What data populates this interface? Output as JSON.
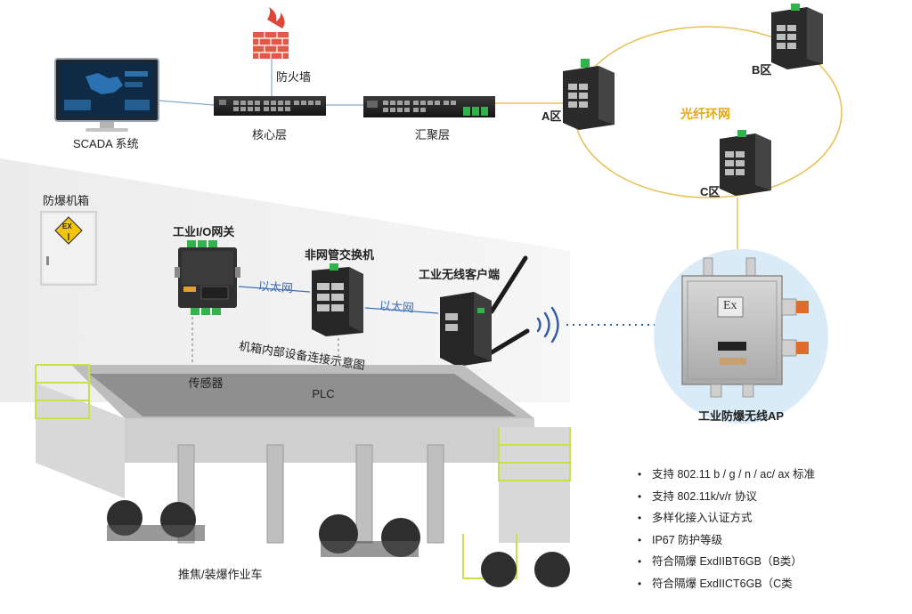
{
  "labels": {
    "scada": "SCADA 系统",
    "firewall": "防火墙",
    "core": "核心层",
    "aggregation": "汇聚层",
    "zone_a": "A区",
    "zone_b": "B区",
    "zone_c": "C区",
    "fiber_ring": "光纤环网",
    "cabinet": "防爆机箱",
    "io_gateway": "工业I/O网关",
    "switch": "非网管交换机",
    "wireless_client": "工业无线客户端",
    "ethernet_1": "以太网",
    "ethernet_2": "以太网",
    "diagram_caption": "机箱内部设备连接示意图",
    "sensor": "传感器",
    "plc": "PLC",
    "vehicle": "推焦/装爆作业车",
    "ap": "工业防爆无线AP",
    "ex_mark": "Ex",
    "ex_sign": "EX"
  },
  "features": [
    "支持 802.11 b / g / n / ac/ ax 标准",
    "支持 802.11k/v/r 协议",
    "多样化接入认证方式",
    "IP67 防护等级",
    "符合隔爆 ExdIIBT6GB（B类）",
    "符合隔爆 ExdIICT6GB（C类"
  ],
  "colors": {
    "ring": "#e6c25a",
    "ring_label": "#e6a817",
    "ethernet": "#3f6fb8",
    "ap_circle": "#d9ebf7",
    "firewall": "#e05a4a",
    "sensor_tag": "#f6d6dc",
    "plc_tag": "#b9d9f2",
    "ex_sign": "#f2c40f"
  },
  "icons": {
    "bullet": "•"
  }
}
